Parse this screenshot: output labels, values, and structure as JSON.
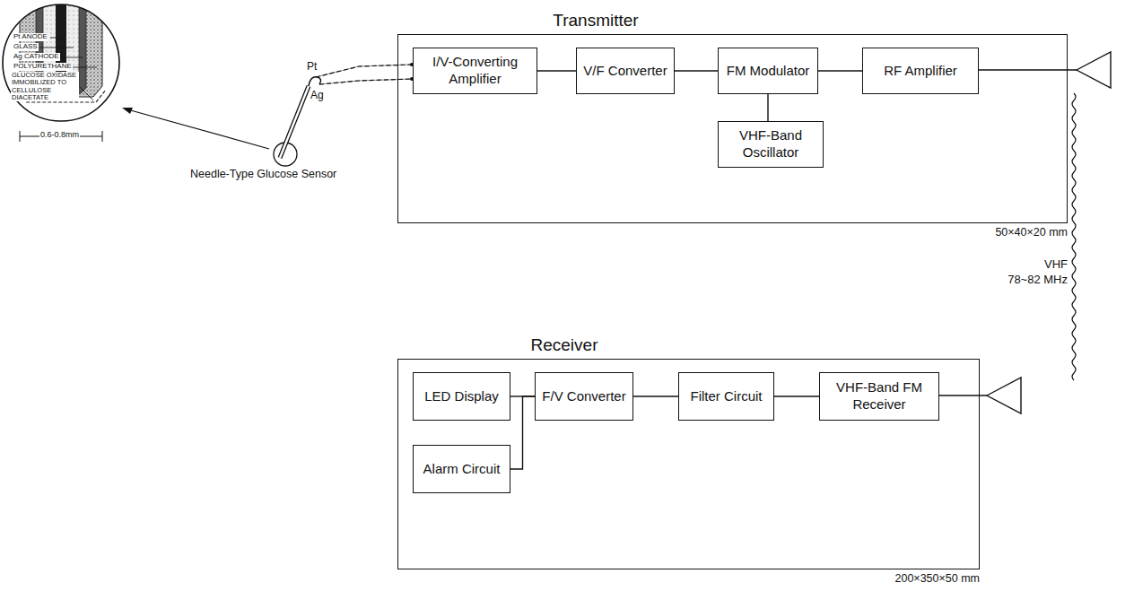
{
  "diagram": {
    "nodes": [
      {
        "text": [
          "Transmitter"
        ]
      },
      {
        "text": [
          "I/V-Converting Amplifier"
        ],
        "in": 0
      },
      {
        "text": [
          "V/F Converter"
        ],
        "in": 0
      },
      {
        "text": [
          "FM Modulator"
        ],
        "in": 0
      },
      {
        "text": [
          "RF Amplifier"
        ],
        "in": 0
      },
      {
        "text": [
          "VHF-Band Oscillator"
        ],
        "in": 0
      },
      {
        "text": [
          "Receiver"
        ]
      },
      {
        "text": [
          "LED Display"
        ],
        "in": 6
      },
      {
        "text": [
          "F/V Converter"
        ],
        "in": 6
      },
      {
        "text": [
          "Filter Circuit"
        ],
        "in": 6
      },
      {
        "text": [
          "VHF-Band FM Receiver"
        ],
        "in": 6
      },
      {
        "text": [
          "Alarm Circuit"
        ],
        "in": 6
      }
    ],
    "edges": [
      {
        "from": 1,
        "to": 2,
        "arrow": "none"
      },
      {
        "from": 2,
        "to": 3,
        "arrow": "none"
      },
      {
        "from": 3,
        "to": 4,
        "arrow": "none"
      },
      {
        "from": 5,
        "to": 3,
        "arrow": "none"
      },
      {
        "from": 10,
        "to": 9,
        "arrow": "none"
      },
      {
        "from": 9,
        "to": 8,
        "arrow": "none"
      },
      {
        "from": 8,
        "to": 7,
        "arrow": "none"
      },
      {
        "from": 8,
        "to": 11,
        "arrow": "none"
      }
    ],
    "labels": [
      "Pt ANODE",
      "GLASS",
      "Ag CATHODE",
      "POLYURETHANE",
      "GLUCOSE OXIDASE IMMOBILIZED TO CELLULOSE DIACETATE",
      "0.6-0.8mm",
      "Pt",
      "Ag",
      "Needle-Type Glucose Sensor",
      "50×40×20 mm",
      "VHF",
      "78~82 MHz",
      "200×350×50 mm"
    ]
  }
}
